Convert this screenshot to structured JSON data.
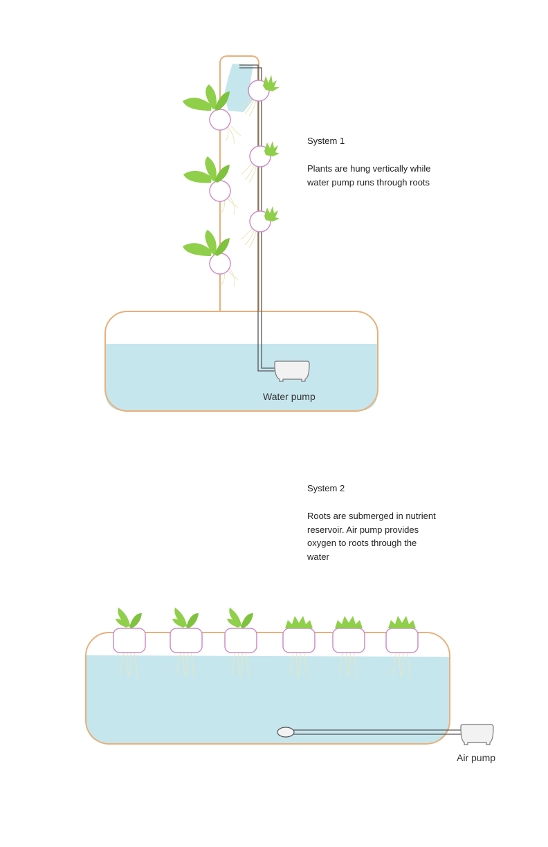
{
  "system1": {
    "title": "System 1",
    "description": "Plants are hung vertically while water pump runs through roots",
    "pump_label": "Water pump"
  },
  "system2": {
    "title": "System 2",
    "description": "Roots are submerged in nutrient reservoir.  Air pump provides oxygen to roots through the water",
    "pump_label": "Air pump"
  },
  "colors": {
    "tank_outline": "#e8b07a",
    "water": "#c6e6ee",
    "pot_outline": "#cc8ec8",
    "leaf": "#8fcf4a",
    "leaf_dark": "#6fb531",
    "root": "#e8e6b8",
    "pipe": "#555555",
    "pump_fill": "#f2f2f2",
    "pump_outline": "#777777"
  }
}
